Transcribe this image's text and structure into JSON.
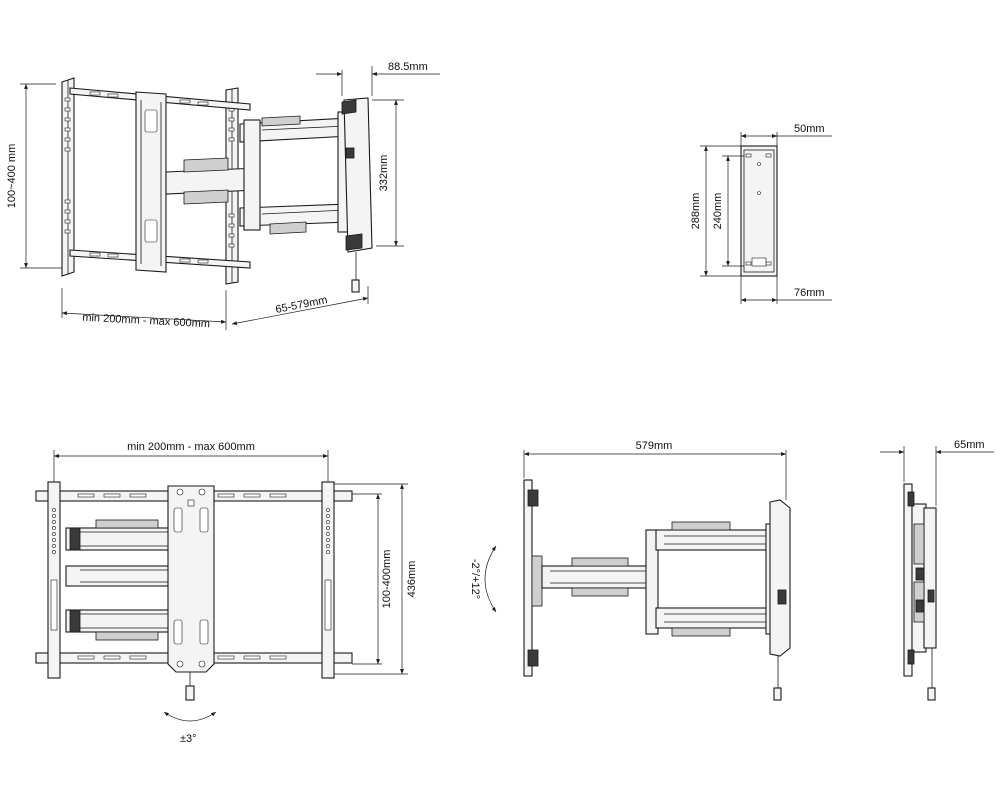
{
  "labels": {
    "depth_88": "88.5mm",
    "v_100_400_a": "100~400 mm",
    "h_332": "332mm",
    "w_200_600_a": "min 200mm - max 600mm",
    "ext_65_579": "65-579mm",
    "plate_50": "50mm",
    "plate_288": "288mm",
    "plate_240": "240mm",
    "plate_76": "76mm",
    "w_200_600_b": "min 200mm - max 600mm",
    "v_436": "436mm",
    "v_100_400_b": "100-400mm",
    "tilt_3": "±3°",
    "ext_579": "579mm",
    "tilt_2_12": "-2°/+12°",
    "depth_65": "65mm"
  },
  "colors": {
    "line": "#1a1a1a",
    "fill": "#f4f4f4",
    "dark": "#3a3a3a"
  }
}
